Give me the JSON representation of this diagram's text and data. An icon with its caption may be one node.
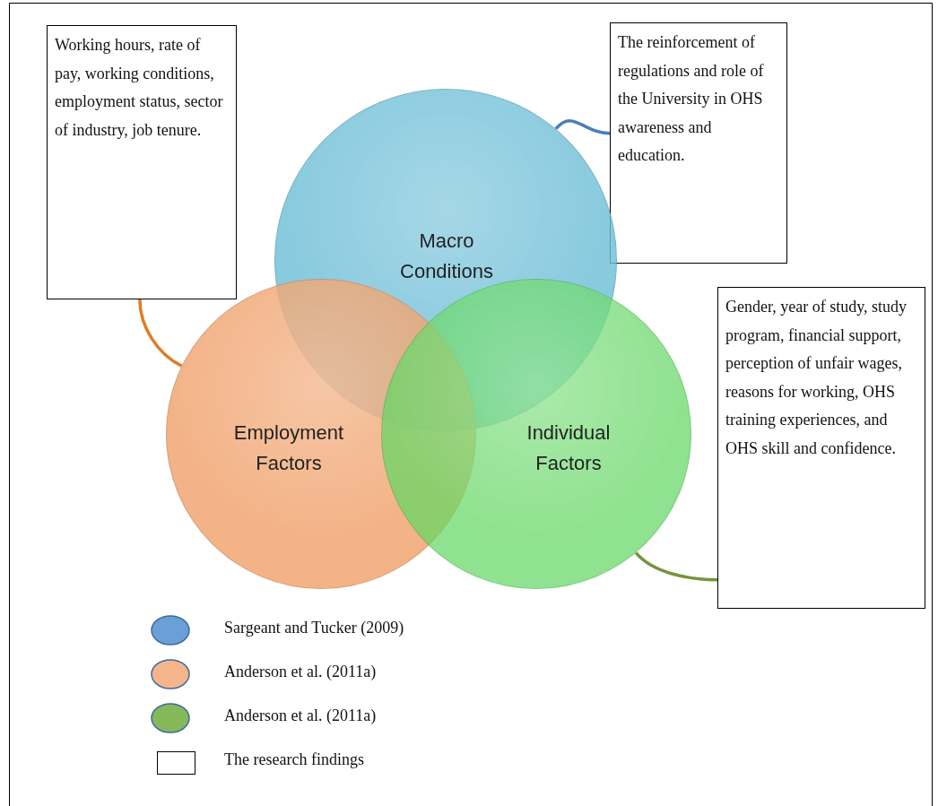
{
  "diagram": {
    "nodes": [
      {
        "text": [
          "Working hours, rate of pay, working conditions, employment status, sector of industry, job tenure."
        ]
      },
      {
        "text": [
          "The reinforcement of regulations and role of the University in OHS awareness and education."
        ]
      },
      {
        "text": [
          "Gender, year of study, study program, financial support, perception of unfair wages, reasons for working, OHS training experiences, and OHS skill and confidence."
        ]
      },
      {
        "text": [
          "Macro Conditions"
        ]
      },
      {
        "text": [
          "Employment Factors"
        ]
      },
      {
        "text": [
          "Individual Factors"
        ]
      }
    ],
    "edges": [
      {
        "from": 0,
        "to": 4,
        "arrow": "none",
        "color": "#e07b28"
      },
      {
        "from": 1,
        "to": 3,
        "arrow": "none",
        "color": "#4a7ebb"
      },
      {
        "from": 5,
        "to": 2,
        "arrow": "none",
        "color": "#77933c"
      }
    ],
    "legend": [
      {
        "text": "Sargeant and Tucker (2009)",
        "color": "#6a9fd8"
      },
      {
        "text": "Anderson et al. (2011a)",
        "color": "#f5b58a"
      },
      {
        "text": "Anderson et al. (2011a)",
        "color": "#86b85a"
      },
      {
        "text": "The research findings"
      }
    ]
  }
}
